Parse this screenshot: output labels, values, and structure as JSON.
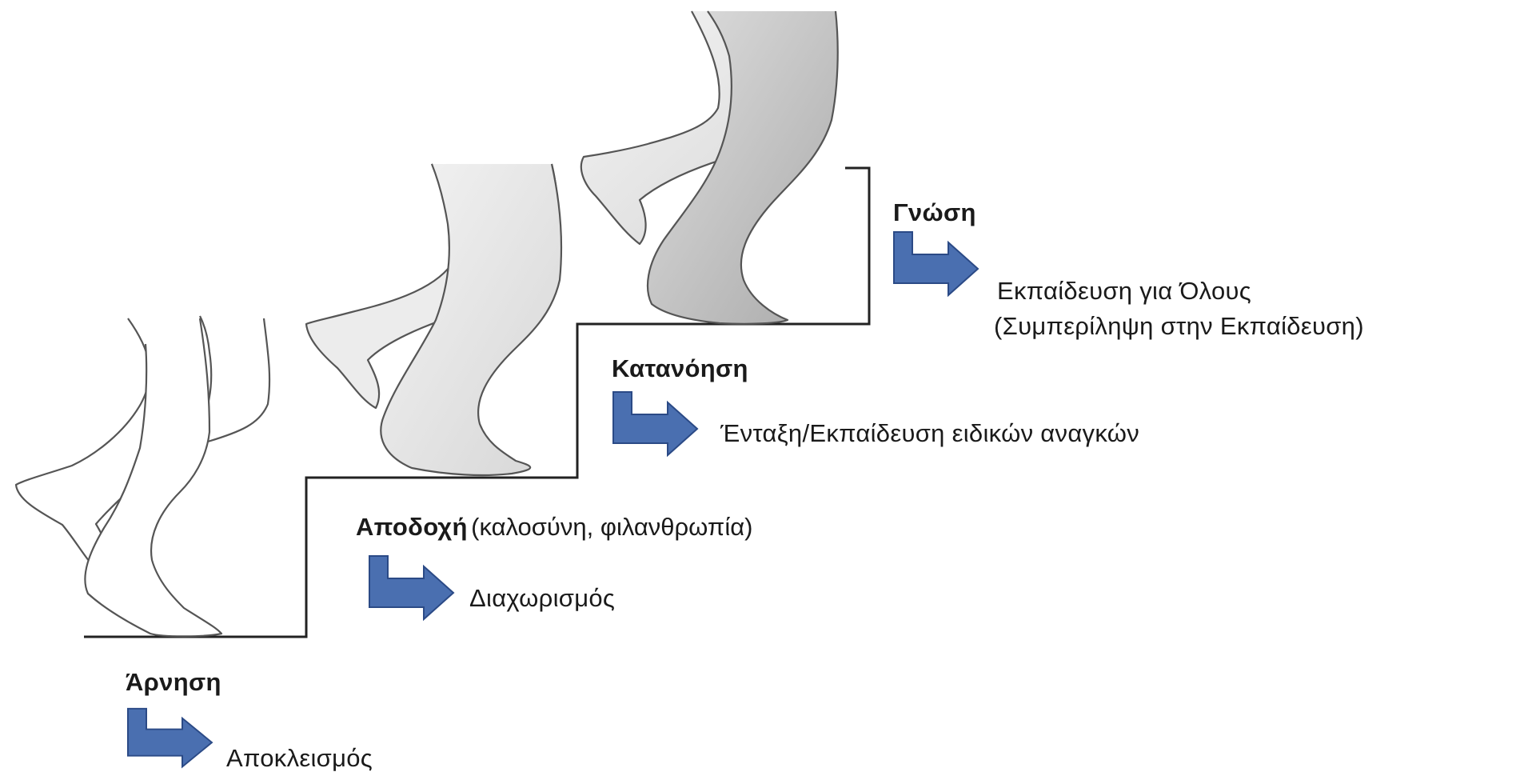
{
  "colors": {
    "arrow_fill": "#4a6fb0",
    "arrow_stroke": "#2b4a86",
    "staircase": "#222222",
    "leg_outline": "#555555",
    "leg_fill_light": "#ffffff",
    "leg_fill_mid": "#e6e6e6",
    "leg_fill_dark": "#c4c4c4"
  },
  "icons": {
    "arrow": "elbow-right-arrow-icon",
    "legs": "walking-legs-illustration"
  },
  "stages": [
    {
      "title": "Άρνηση",
      "note": "",
      "outcome": "Αποκλεισμός"
    },
    {
      "title": "Αποδοχή",
      "note": "(καλοσύνη, φιλανθρωπία)",
      "outcome": "Διαχωρισμός"
    },
    {
      "title": "Κατανόηση",
      "note": "",
      "outcome": "Ένταξη/Εκπαίδευση ειδικών αναγκών"
    },
    {
      "title": "Γνώση",
      "note": "",
      "outcome": "Εκπαίδευση για Όλους",
      "outcome_line2": "(Συμπερίληψη στην Εκπαίδευση)"
    }
  ]
}
